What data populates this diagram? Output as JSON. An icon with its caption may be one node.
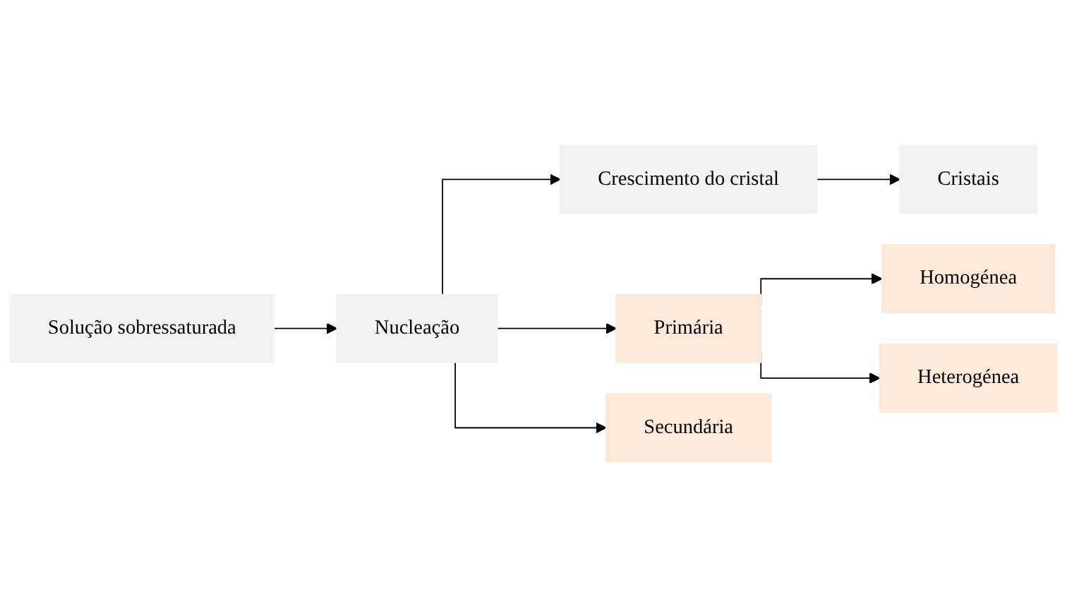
{
  "diagram": {
    "nodes": [
      {
        "text": [
          "Solução sobressaturada"
        ]
      },
      {
        "text": [
          "Nucleação"
        ]
      },
      {
        "text": [
          "Crescimento do cristal"
        ]
      },
      {
        "text": [
          "Cristais"
        ]
      },
      {
        "text": [
          "Primária"
        ]
      },
      {
        "text": [
          "Secundária"
        ]
      },
      {
        "text": [
          "Homogénea"
        ]
      },
      {
        "text": [
          "Heterogénea"
        ]
      }
    ],
    "edges": [
      {
        "from": 0,
        "to": 1,
        "arrow": "to"
      },
      {
        "from": 1,
        "to": 2,
        "arrow": "to"
      },
      {
        "from": 2,
        "to": 3,
        "arrow": "to"
      },
      {
        "from": 1,
        "to": 4,
        "arrow": "to"
      },
      {
        "from": 1,
        "to": 5,
        "arrow": "to"
      },
      {
        "from": 4,
        "to": 6,
        "arrow": "to"
      },
      {
        "from": 4,
        "to": 7,
        "arrow": "to"
      }
    ]
  }
}
